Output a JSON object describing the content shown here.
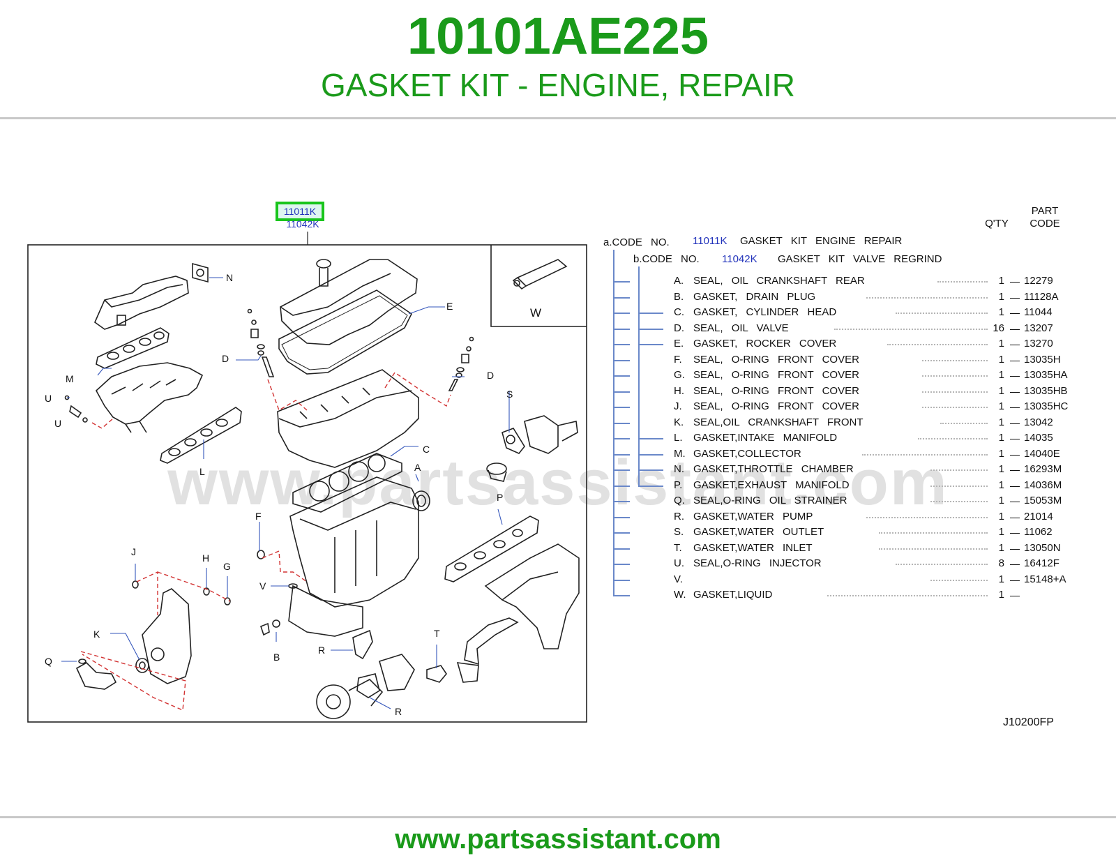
{
  "header": {
    "part_number": "10101AE225",
    "title": "GASKET KIT - ENGINE, REPAIR",
    "color": "#1a9a1a"
  },
  "footer": {
    "url": "www.partsassistant.com",
    "color": "#1a9a1a"
  },
  "watermark": "www.partsassistant.com",
  "diagram": {
    "code_selected": "11011K",
    "code_secondary": "11042K",
    "inset_label": "W",
    "labels": {
      "N": "N",
      "M": "M",
      "U": "U",
      "D": "D",
      "E": "E",
      "S": "S",
      "C": "C",
      "A": "A",
      "L": "L",
      "F": "F",
      "P": "P",
      "J": "J",
      "H": "H",
      "G": "G",
      "V": "V",
      "K": "K",
      "Q": "Q",
      "B": "B",
      "R": "R",
      "T": "T"
    },
    "figure_code": "J10200FP"
  },
  "columns": {
    "qty": "Q'TY",
    "part_line1": "PART",
    "part_line2": "CODE"
  },
  "kits": [
    {
      "prefix": "a.CODE  NO.",
      "code": "11011K",
      "name": "GASKET  KIT  ENGINE  REPAIR"
    },
    {
      "prefix": "b.CODE  NO.",
      "code": "11042K",
      "name": "GASKET  KIT  VALVE  REGRIND"
    }
  ],
  "parts": [
    {
      "letter": "A.",
      "name": "SEAL,  OIL  CRANKSHAFT  REAR",
      "qty": "1",
      "code": "12279"
    },
    {
      "letter": "B.",
      "name": "GASKET,  DRAIN  PLUG",
      "qty": "1",
      "code": "11128A"
    },
    {
      "letter": "C.",
      "name": "GASKET,  CYLINDER  HEAD",
      "qty": "1",
      "code": "11044"
    },
    {
      "letter": "D.",
      "name": "SEAL,  OIL  VALVE",
      "qty": "16",
      "code": "13207"
    },
    {
      "letter": "E.",
      "name": "GASKET,  ROCKER  COVER",
      "qty": "1",
      "code": "13270"
    },
    {
      "letter": "F.",
      "name": "SEAL,  O-RING  FRONT  COVER",
      "qty": "1",
      "code": "13035H"
    },
    {
      "letter": "G.",
      "name": "SEAL,  O-RING  FRONT  COVER",
      "qty": "1",
      "code": "13035HA"
    },
    {
      "letter": "H.",
      "name": "SEAL,  O-RING  FRONT  COVER",
      "qty": "1",
      "code": "13035HB"
    },
    {
      "letter": "J.",
      "name": "SEAL,  O-RING  FRONT  COVER",
      "qty": "1",
      "code": "13035HC"
    },
    {
      "letter": "K.",
      "name": "SEAL,OIL  CRANKSHAFT  FRONT",
      "qty": "1",
      "code": "13042"
    },
    {
      "letter": "L.",
      "name": "GASKET,INTAKE  MANIFOLD",
      "qty": "1",
      "code": "14035"
    },
    {
      "letter": "M.",
      "name": "GASKET,COLLECTOR",
      "qty": "1",
      "code": "14040E"
    },
    {
      "letter": "N.",
      "name": "GASKET,THROTTLE  CHAMBER",
      "qty": "1",
      "code": "16293M"
    },
    {
      "letter": "P.",
      "name": "GASKET,EXHAUST  MANIFOLD",
      "qty": "1",
      "code": "14036M"
    },
    {
      "letter": "Q.",
      "name": "SEAL,O-RING  OIL  STRAINER",
      "qty": "1",
      "code": "15053M"
    },
    {
      "letter": "R.",
      "name": "GASKET,WATER  PUMP",
      "qty": "1",
      "code": "21014"
    },
    {
      "letter": "S.",
      "name": "GASKET,WATER  OUTLET",
      "qty": "1",
      "code": "11062"
    },
    {
      "letter": "T.",
      "name": "GASKET,WATER  INLET",
      "qty": "1",
      "code": "13050N"
    },
    {
      "letter": "U.",
      "name": "SEAL,O-RING  INJECTOR",
      "qty": "8",
      "code": "16412F"
    },
    {
      "letter": "V.",
      "name": "",
      "qty": "1",
      "code": "15148+A"
    },
    {
      "letter": "W.",
      "name": "GASKET,LIQUID",
      "qty": "1",
      "code": ""
    }
  ]
}
